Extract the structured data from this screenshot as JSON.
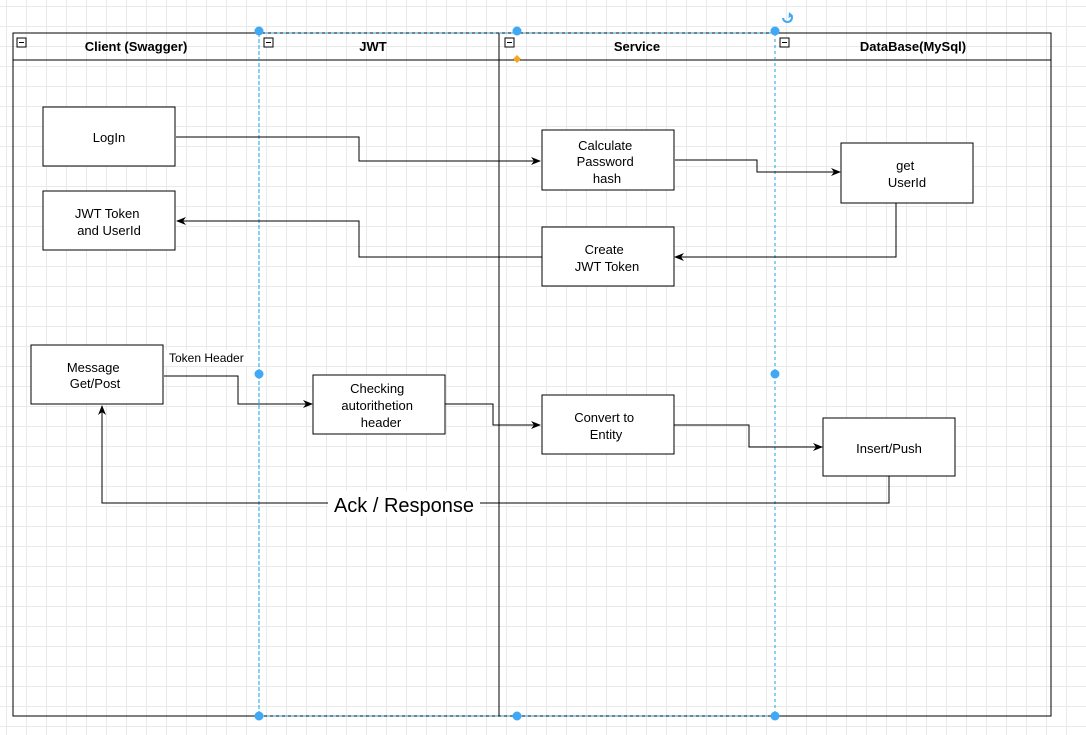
{
  "lanes": [
    {
      "title": "Client (Swagger)"
    },
    {
      "title": "JWT"
    },
    {
      "title": "Service"
    },
    {
      "title": "DataBase(MySql)"
    }
  ],
  "boxes": {
    "login": {
      "lines": [
        "LogIn"
      ]
    },
    "jwt_token_userid": {
      "lines": [
        "JWT Token",
        "and UserId"
      ]
    },
    "message": {
      "lines": [
        "Message",
        "Get/Post"
      ]
    },
    "checking": {
      "lines": [
        "Checking",
        "autorithetion",
        "header"
      ]
    },
    "calc_hash": {
      "lines": [
        "Calculate",
        "Password",
        "hash"
      ]
    },
    "create_jwt": {
      "lines": [
        "Create",
        "JWT Token"
      ]
    },
    "convert": {
      "lines": [
        "Convert to",
        "Entity"
      ]
    },
    "get_userid": {
      "lines": [
        "get",
        "UserId"
      ]
    },
    "insert_push": {
      "lines": [
        "Insert/Push"
      ]
    }
  },
  "edge_labels": {
    "token_header": "Token Header",
    "ack_response": "Ack / Response"
  },
  "colors": {
    "stroke": "#000000",
    "selection": "#1ba1e2",
    "handle": "#3fa9f5",
    "grid": "#e9e9e9"
  },
  "icons": [
    "collapse-icon",
    "rotate-icon",
    "anchor-diamond-icon"
  ]
}
